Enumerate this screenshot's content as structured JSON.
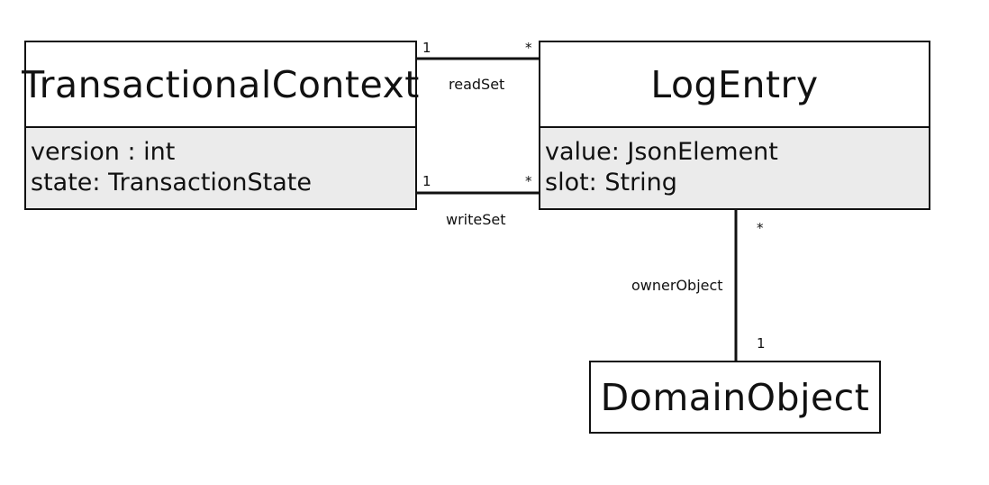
{
  "classes": {
    "transactional_context": {
      "name": "TransactionalContext",
      "attributes": [
        "version : int",
        "state: TransactionState"
      ]
    },
    "log_entry": {
      "name": "LogEntry",
      "attributes": [
        "value: JsonElement",
        "slot: String"
      ]
    },
    "domain_object": {
      "name": "DomainObject"
    }
  },
  "associations": {
    "read_set": {
      "label": "readSet",
      "source_multiplicity": "1",
      "target_multiplicity": "*"
    },
    "write_set": {
      "label": "writeSet",
      "source_multiplicity": "1",
      "target_multiplicity": "*"
    },
    "owner_object": {
      "label": "ownerObject",
      "source_multiplicity": "*",
      "target_multiplicity": "1"
    }
  },
  "colors": {
    "line": "#111111",
    "attribute_compartment": "#ebebeb",
    "background": "#ffffff"
  }
}
